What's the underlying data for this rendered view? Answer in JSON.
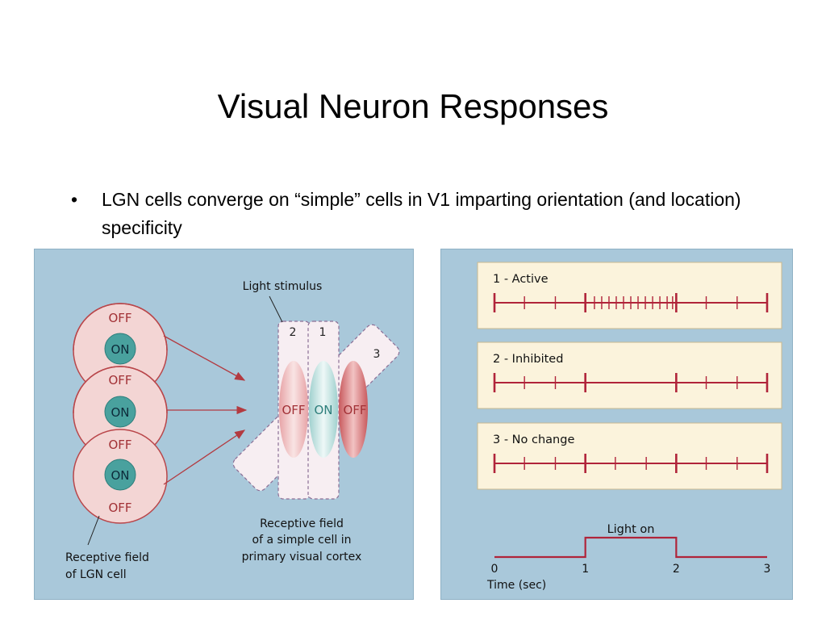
{
  "title": "Visual Neuron Responses",
  "bullet": {
    "marker": "•",
    "text": "LGN cells converge on “simple” cells in V1 imparting orientation (and location) specificity"
  },
  "left_figure": {
    "lgn_labels": {
      "off": "OFF",
      "on": "ON"
    },
    "light_stimulus_label": "Light stimulus",
    "bar_numbers": [
      "2",
      "1",
      "3"
    ],
    "simple_cell_labels": [
      "OFF",
      "ON",
      "OFF"
    ],
    "caption_lgn": [
      "Receptive field",
      "of LGN cell"
    ],
    "caption_simple": [
      "Receptive field",
      "of a simple cell in",
      "primary visual cortex"
    ]
  },
  "right_figure": {
    "traces": [
      {
        "label": "1 - Active",
        "spike_times": [
          0,
          0.33,
          0.67,
          1.0,
          1.1,
          1.18,
          1.26,
          1.34,
          1.42,
          1.5,
          1.58,
          1.66,
          1.74,
          1.82,
          1.9,
          1.96,
          2.0,
          2.33,
          2.67,
          3.0
        ]
      },
      {
        "label": "2 - Inhibited",
        "spike_times": [
          0,
          0.33,
          0.67,
          1.0,
          2.0,
          2.33,
          2.67,
          3.0
        ]
      },
      {
        "label": "3 - No change",
        "spike_times": [
          0,
          0.33,
          0.67,
          1.0,
          1.33,
          1.67,
          2.0,
          2.33,
          2.67,
          3.0
        ]
      }
    ],
    "major_ticks": [
      0,
      1,
      2,
      3
    ],
    "light_on_label": "Light on",
    "light_on_interval": [
      1,
      2
    ],
    "time_axis_ticks": [
      "0",
      "1",
      "2",
      "3"
    ],
    "time_axis_label": "Time (sec)",
    "colors": {
      "trace": "#b0243a",
      "box_fill": "#fbf3dc"
    }
  }
}
